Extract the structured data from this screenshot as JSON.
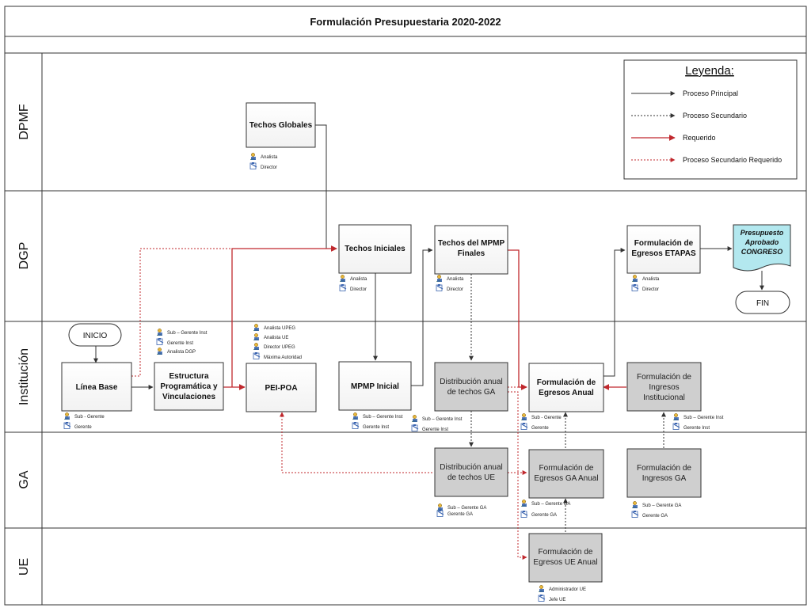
{
  "title": "Formulación Presupuestaria 2020-2022",
  "lanes": [
    {
      "label": "DPMF"
    },
    {
      "label": "DGP"
    },
    {
      "label": "Institución"
    },
    {
      "label": "GA"
    },
    {
      "label": "UE"
    }
  ],
  "legend": {
    "title": "Leyenda:",
    "items": [
      {
        "label": "Proceso Principal",
        "color": "#333333"
      },
      {
        "label": "Proceso Secundario",
        "color": "#333333"
      },
      {
        "label": "Requerido",
        "color": "#c0282d"
      },
      {
        "label": "Proceso Secundario Requerido",
        "color": "#c0282d"
      }
    ]
  },
  "terminals": {
    "inicio": "INICIO",
    "fin": "FIN"
  },
  "presupuesto": {
    "line1": "Presupuesto",
    "line2": "Aprobado",
    "line3": "CONGRESO"
  },
  "boxes": {
    "techos_globales": {
      "line1": "Techos Globales"
    },
    "techos_iniciales": {
      "line1": "Techos Iniciales"
    },
    "techos_mpmp": {
      "line1": "Techos del MPMP",
      "line2": "Finales"
    },
    "form_etapas": {
      "line1": "Formulación de",
      "line2": "Egresos ETAPAS"
    },
    "linea_base": {
      "line1": "Línea Base"
    },
    "estructura": {
      "line1": "Estructura",
      "line2": "Programática y",
      "line3": "Vinculaciones"
    },
    "pei_poa": {
      "line1": "PEI-POA"
    },
    "mpmp_inicial": {
      "line1": "MPMP Inicial"
    },
    "dist_ga": {
      "line1": "Distribución anual",
      "line2": "de techos GA"
    },
    "form_anual": {
      "line1": "Formulación de",
      "line2": "Egresos Anual"
    },
    "ingresos_inst": {
      "line1": "Formulación de",
      "line2": "Ingresos",
      "line3": "Institucional"
    },
    "dist_ue": {
      "line1": "Distribución anual",
      "line2": "de techos UE"
    },
    "form_ga": {
      "line1": "Formulación de",
      "line2": "Egresos GA  Anual"
    },
    "ingresos_ga": {
      "line1": "Formulación de",
      "line2": "Ingresos GA"
    },
    "form_ue": {
      "line1": "Formulación de",
      "line2": "Egresos UE  Anual"
    }
  },
  "roles": {
    "techos_globales": [
      "Analista",
      "Director"
    ],
    "techos_iniciales": [
      "Analista",
      "Director"
    ],
    "techos_mpmp": [
      "Analista",
      "Director"
    ],
    "form_etapas": [
      "Analista",
      "Director"
    ],
    "linea_base": [
      "Sub - Gerente",
      "Gerente"
    ],
    "estructura": [
      "Sub – Gerente Inst",
      "Gerente Inst",
      "Analista DGP"
    ],
    "pei_poa": [
      "Analista UPEG",
      "Analista UE",
      "Director UPEG",
      "Máxima Autoridad"
    ],
    "mpmp_inicial": [
      "Sub – Gerente Inst",
      "Gerente Inst"
    ],
    "dist_ga": [
      "Sub – Gerente Inst",
      "Gerente Inst"
    ],
    "form_anual": [
      "Sub - Gerente",
      "Gerente"
    ],
    "ingresos_inst": [
      "Sub – Gerente Inst",
      "Gerente Inst"
    ],
    "dist_ue": [
      "Sub – Gerente GA",
      "Gerente GA"
    ],
    "form_ga": [
      "Sub – Gerente GA",
      "Gerente GA"
    ],
    "ingresos_ga": [
      "Sub – Gerente GA",
      "Gerente GA"
    ],
    "form_ue": [
      "Administrador UE",
      "Jefe UE"
    ]
  }
}
